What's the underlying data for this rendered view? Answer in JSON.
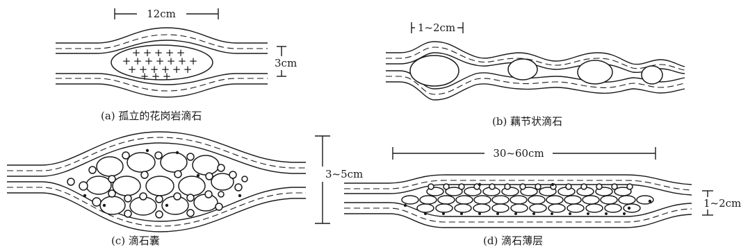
{
  "panels": {
    "a": {
      "caption": "(a) 孤立的花岗岩滴石",
      "width_label": "12cm",
      "thickness_label": "3cm"
    },
    "b": {
      "caption": "(b) 藕节状滴石",
      "width_label": "1~2cm"
    },
    "c": {
      "caption": "(c) 滴石囊",
      "thickness_label": "3~5cm"
    },
    "d": {
      "caption": "(d) 滴石薄层",
      "width_label": "30~60cm",
      "thickness_label": "1~2cm"
    }
  },
  "symbols": {
    "granite_marker": "+"
  }
}
